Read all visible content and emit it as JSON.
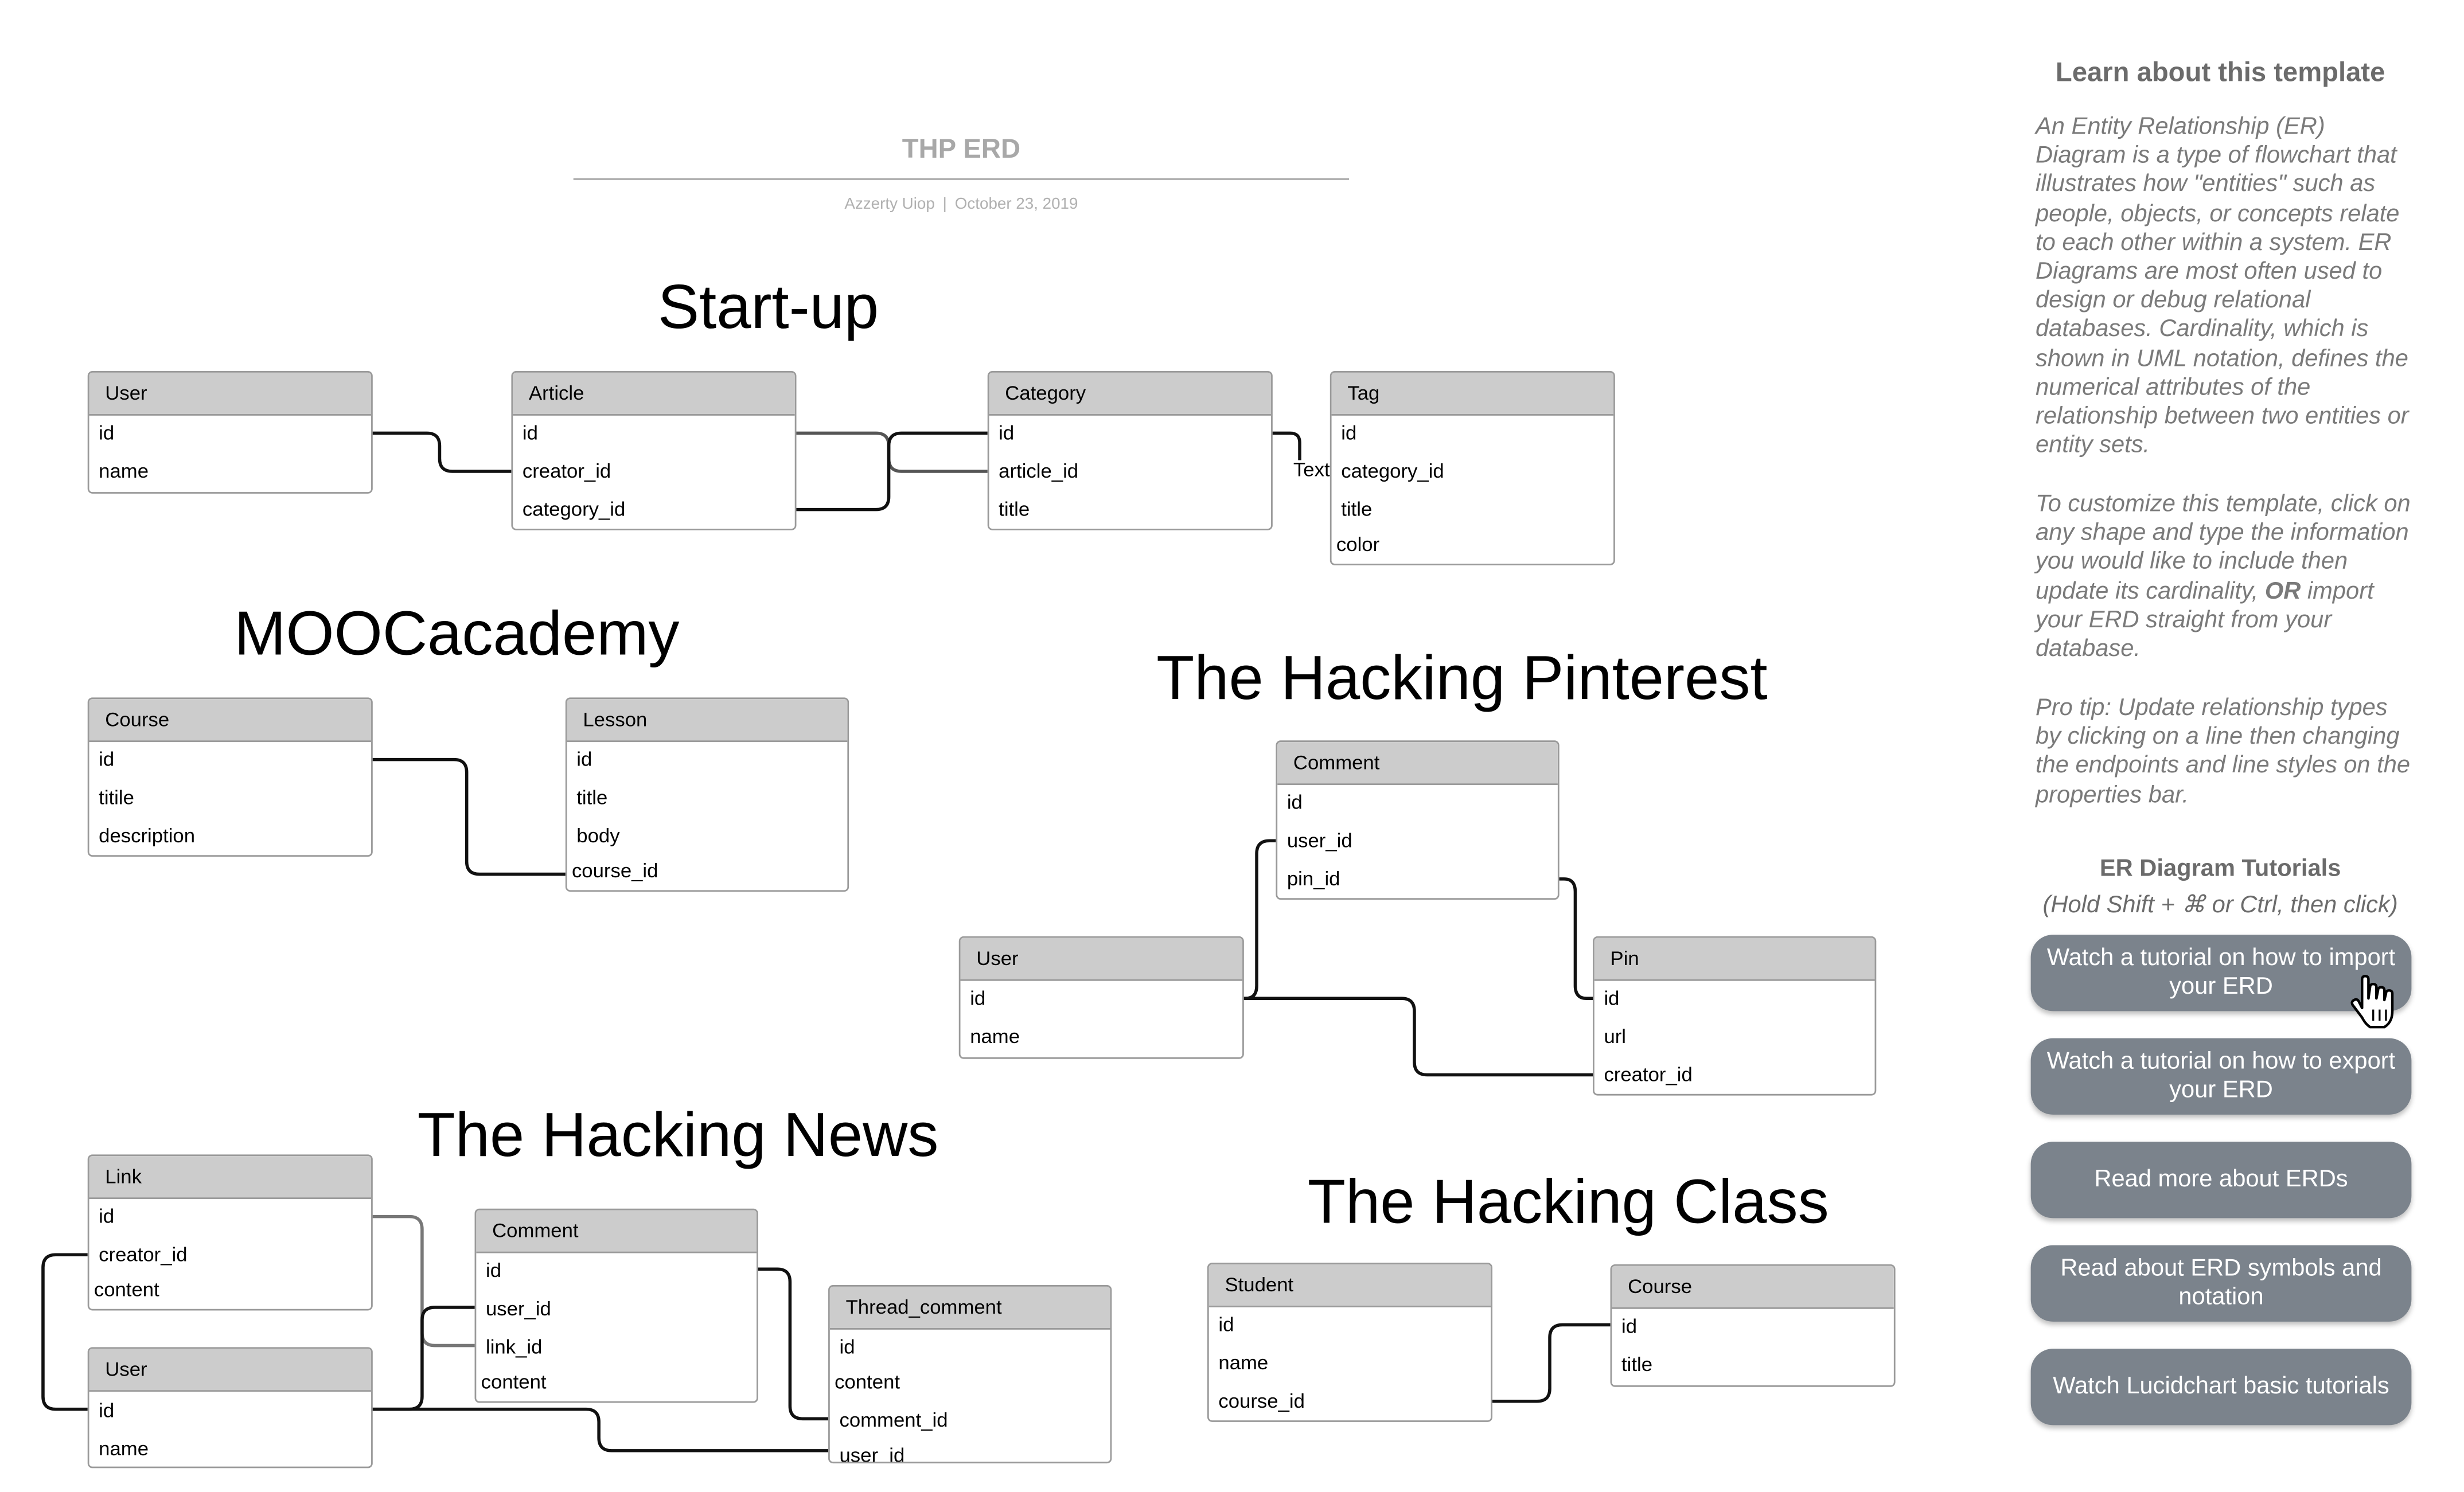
{
  "document": {
    "title": "THP ERD",
    "author": "Azzerty Uiop",
    "separator": "|",
    "date": "October 23, 2019"
  },
  "sections": {
    "startup": "Start-up",
    "moocacademy": "MOOCacademy",
    "pinterest": "The Hacking Pinterest",
    "news": "The Hacking News",
    "class": "The Hacking Class"
  },
  "entities": {
    "startup_user": {
      "name": "User",
      "fields": [
        "id",
        "name"
      ]
    },
    "startup_article": {
      "name": "Article",
      "fields": [
        "id",
        "creator_id",
        "category_id"
      ]
    },
    "startup_category": {
      "name": "Category",
      "fields": [
        "id",
        "article_id",
        "title"
      ]
    },
    "startup_tag": {
      "name": "Tag",
      "fields": [
        "id",
        "category_id",
        "title",
        "color"
      ]
    },
    "mooc_course": {
      "name": "Course",
      "fields": [
        "id",
        "titile",
        "description"
      ]
    },
    "mooc_lesson": {
      "name": "Lesson",
      "fields": [
        "id",
        "title",
        "body",
        "course_id"
      ]
    },
    "pin_comment": {
      "name": "Comment",
      "fields": [
        "id",
        "user_id",
        "pin_id"
      ]
    },
    "pin_user": {
      "name": "User",
      "fields": [
        "id",
        "name"
      ]
    },
    "pin_pin": {
      "name": "Pin",
      "fields": [
        "id",
        "url",
        "creator_id"
      ]
    },
    "news_link": {
      "name": "Link",
      "fields": [
        "id",
        "creator_id",
        "content"
      ]
    },
    "news_user": {
      "name": "User",
      "fields": [
        "id",
        "name"
      ]
    },
    "news_comment": {
      "name": "Comment",
      "fields": [
        "id",
        "user_id",
        "link_id",
        "content"
      ]
    },
    "news_thread": {
      "name": "Thread_comment",
      "fields": [
        "id",
        "content",
        "comment_id",
        "user_id"
      ]
    },
    "class_student": {
      "name": "Student",
      "fields": [
        "id",
        "name",
        "course_id"
      ]
    },
    "class_course": {
      "name": "Course",
      "fields": [
        "id",
        "title"
      ]
    }
  },
  "connector_label": "Text",
  "sidebar": {
    "title": "Learn about this template",
    "paragraph1": "An Entity Relationship (ER) Diagram is a type of flowchart that illustrates how \"entities\" such as people, objects, or concepts relate to each other within a system. ER Diagrams are most often used to design or debug relational databases. Cardinality, which is shown in UML notation, defines the numerical attributes of the relationship between two entities or entity sets.",
    "paragraph2_before": "To customize this template, click on any shape and type the information you would like to include then update its cardinality,",
    "paragraph2_bold": "OR",
    "paragraph2_after": "import your ERD straight from your database.",
    "paragraph3": "Pro tip: Update relationship types by clicking on a line then changing the endpoints and line styles on the properties bar.",
    "tutorials_title": "ER Diagram Tutorials",
    "tutorials_hint": "(Hold Shift + ⌘ or Ctrl, then click)",
    "buttons": [
      "Watch a tutorial on how to import your ERD",
      "Watch a tutorial on how to export your ERD",
      "Read more about ERDs",
      "Read about ERD symbols and notation",
      "Watch Lucidchart basic tutorials"
    ],
    "cursor_icon": "hand-pointer-icon"
  },
  "colors": {
    "entity_header": "#cccccc",
    "entity_border": "#9a9a9a",
    "button_bg": "#7b838c",
    "connector": "#000000"
  }
}
